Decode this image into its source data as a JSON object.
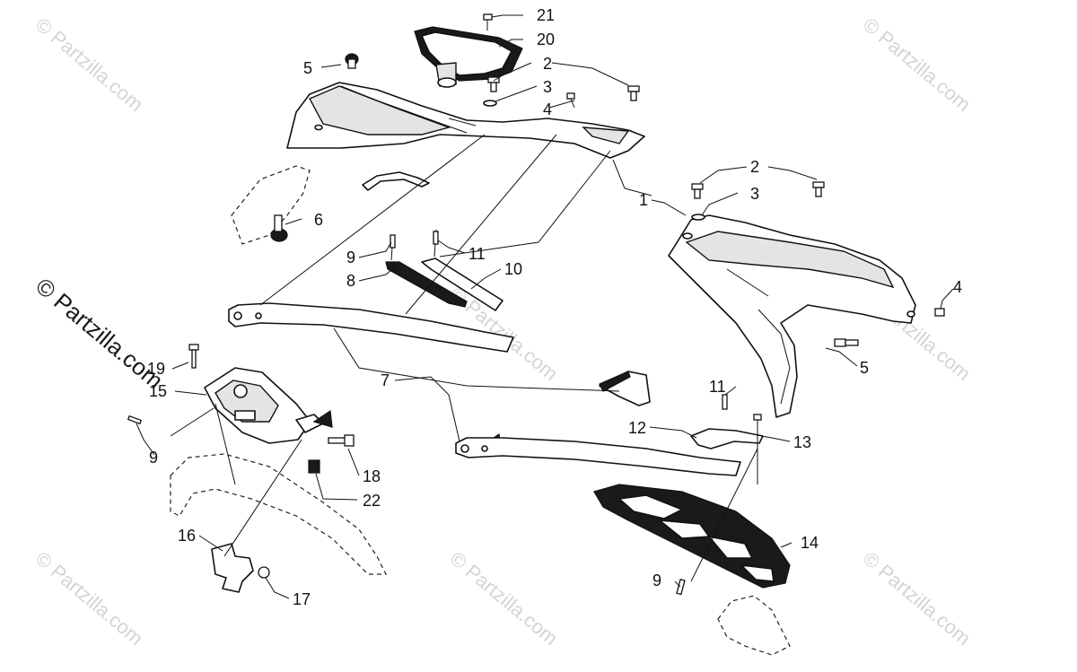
{
  "watermark": {
    "text": "© Partzilla.com"
  },
  "callouts": [
    {
      "id": "c21",
      "text": "21"
    },
    {
      "id": "c20",
      "text": "20"
    },
    {
      "id": "c5a",
      "text": "5"
    },
    {
      "id": "c2a",
      "text": "2"
    },
    {
      "id": "c3a",
      "text": "3"
    },
    {
      "id": "c4a",
      "text": "4"
    },
    {
      "id": "c2b",
      "text": "2"
    },
    {
      "id": "c3b",
      "text": "3"
    },
    {
      "id": "c1",
      "text": "1"
    },
    {
      "id": "c6",
      "text": "6"
    },
    {
      "id": "c9a",
      "text": "9"
    },
    {
      "id": "c11a",
      "text": "11"
    },
    {
      "id": "c8",
      "text": "8"
    },
    {
      "id": "c10",
      "text": "10"
    },
    {
      "id": "c4b",
      "text": "4"
    },
    {
      "id": "c5b",
      "text": "5"
    },
    {
      "id": "c19",
      "text": "19"
    },
    {
      "id": "c15",
      "text": "15"
    },
    {
      "id": "c7",
      "text": "7"
    },
    {
      "id": "c11b",
      "text": "11"
    },
    {
      "id": "c12",
      "text": "12"
    },
    {
      "id": "c13",
      "text": "13"
    },
    {
      "id": "c9b",
      "text": "9"
    },
    {
      "id": "c18",
      "text": "18"
    },
    {
      "id": "c22",
      "text": "22"
    },
    {
      "id": "c14",
      "text": "14"
    },
    {
      "id": "c16",
      "text": "16"
    },
    {
      "id": "c17",
      "text": "17"
    },
    {
      "id": "c9c",
      "text": "9"
    }
  ]
}
